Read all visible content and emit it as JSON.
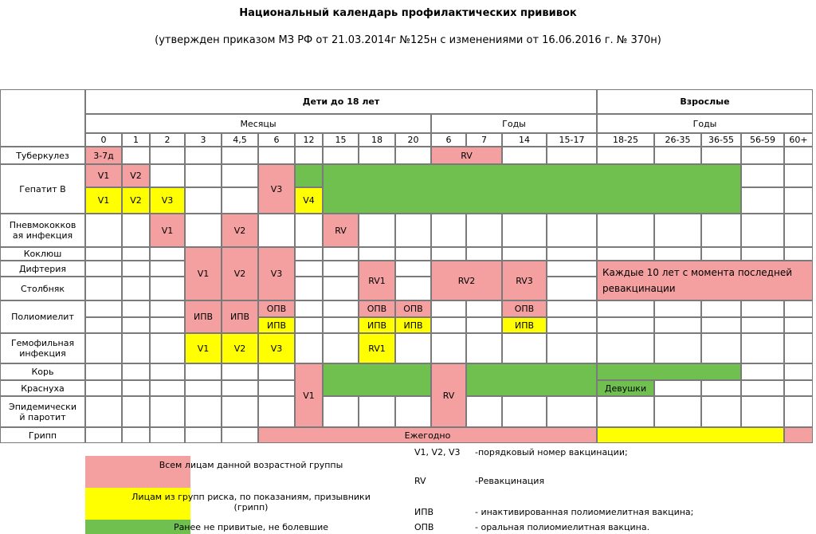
{
  "title": "Национальный календарь профилактических прививок",
  "subtitle": "(утвержден приказом МЗ РФ от 21.03.2014г №125н с изменениями от 16.06.2016 г. № 370н)",
  "colors": {
    "pink": "#f4a0a0",
    "yellow": "#ffff00",
    "green": "#70c050",
    "grid": "#7a7a7a"
  },
  "header": {
    "children_label": "Дети до 18 лет",
    "adults_label": "Взрослые",
    "months_label": "Месяцы",
    "years_label": "Годы",
    "adult_years_label": "Годы",
    "age_columns": [
      "0",
      "1",
      "2",
      "3",
      "4,5",
      "6",
      "12",
      "15",
      "18",
      "20",
      "6",
      "7",
      "14",
      "15-17",
      "18-25",
      "26-35",
      "36-55",
      "56-59",
      "60+"
    ]
  },
  "rows": {
    "tuberculosis": "Туберкулез",
    "hepatitis_b": "Гепатит В",
    "pneumococcal": "Пневмококков\nая инфекция",
    "pertussis": "Коклюш",
    "diphtheria": "Дифтерия",
    "tetanus": "Столбняк",
    "polio": "Полиомиелит",
    "hib": "Гемофильная\nинфекция",
    "measles": "Корь",
    "rubella": "Краснуха",
    "mumps": "Эпидемически\nй паротит",
    "flu": "Грипп"
  },
  "cells": {
    "tb_3_7d": "3-7д",
    "tb_rv": "RV",
    "hb_v1_pink": "V1",
    "hb_v2_pink": "V2",
    "hb_v3_pink": "V3",
    "hb_v1_yel": "V1",
    "hb_v2_yel": "V2",
    "hb_v3_yel": "V3",
    "hb_v4_yel": "V4",
    "pn_v1": "V1",
    "pn_v2": "V2",
    "pn_rv": "RV",
    "dtp_v1": "V1",
    "dtp_v2": "V2",
    "dtp_v3": "V3",
    "dtp_rv1": "RV1",
    "dtp_rv2": "RV2",
    "dtp_rv3": "RV3",
    "dtp_adult": "Каждые 10 лет с момента последней ревакцинации",
    "polio_ipv1": "ИПВ",
    "polio_ipv2": "ИПВ",
    "polio_opv6": "ОПВ",
    "polio_ipv6": "ИПВ",
    "polio_opv18": "ОПВ",
    "polio_ipv18": "ИПВ",
    "polio_opv20": "ОПВ",
    "polio_ipv20": "ИПВ",
    "polio_opv14": "ОПВ",
    "polio_ipv14": "ИПВ",
    "hib_v1": "V1",
    "hib_v2": "V2",
    "hib_v3": "V3",
    "hib_rv1": "RV1",
    "mmr_v1": "V1",
    "mmr_rv": "RV",
    "rubella_girls": "Девушки",
    "flu_yearly": "Ежегодно"
  },
  "legend": {
    "pink_text": "Всем лицам данной возрастной группы",
    "yellow_text": "Лицам из групп риска, по показаниям, призывники (грипп)",
    "green_text": "Ранее не привитые, не болевшие",
    "abbr": [
      {
        "code": "V1, V2, V3",
        "desc": "-порядковый номер вакцинации;"
      },
      {
        "code": "RV",
        "desc": "-Ревакцинация"
      },
      {
        "code": "ИПВ",
        "desc": "- инактивированная полиомиелитная вакцина;"
      },
      {
        "code": "ОПВ",
        "desc": "- оральная полиомиелитная вакцина."
      }
    ]
  }
}
